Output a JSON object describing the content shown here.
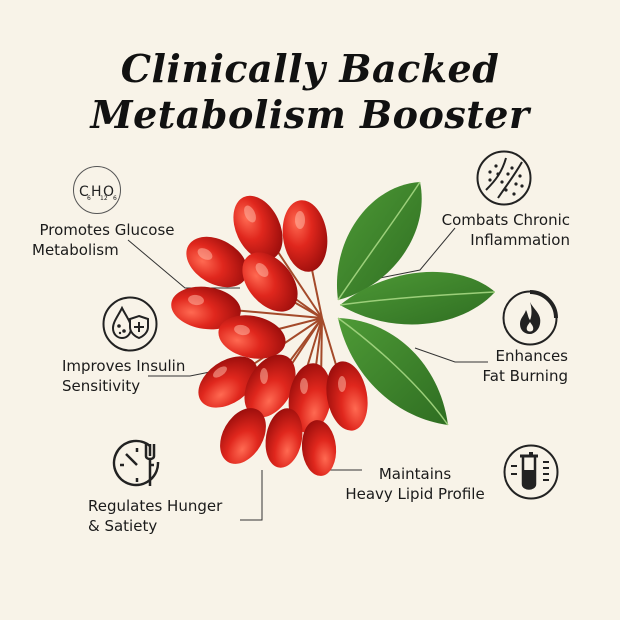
{
  "title": {
    "line1": "Clinically Backed",
    "line2": "Metabolism Booster"
  },
  "benefits": [
    {
      "line1": "Promotes Glucose",
      "line2": "Metabolism",
      "icon": "glucose-formula-icon"
    },
    {
      "line1": "Combats Chronic",
      "line2": "Inflammation",
      "icon": "inflammation-cells-icon"
    },
    {
      "line1": "Improves Insulin",
      "line2": "Sensitivity",
      "icon": "insulin-drop-shield-icon"
    },
    {
      "line1": "Enhances",
      "line2": "Fat Burning",
      "icon": "flame-icon"
    },
    {
      "line1": "Regulates Hunger",
      "line2": "& Satiety",
      "icon": "fork-clock-icon"
    },
    {
      "line1": "Maintains",
      "line2": "Heavy Lipid Profile",
      "icon": "test-tube-icon"
    }
  ],
  "formula_icon": {
    "c": "C",
    "h": "H",
    "o": "O",
    "n1": "6",
    "n2": "12",
    "n3": "6"
  },
  "colors": {
    "background": "#f8f3e8",
    "berry": "#d8211c",
    "leaf": "#3f8a2e",
    "ink": "#1a1a1a"
  }
}
